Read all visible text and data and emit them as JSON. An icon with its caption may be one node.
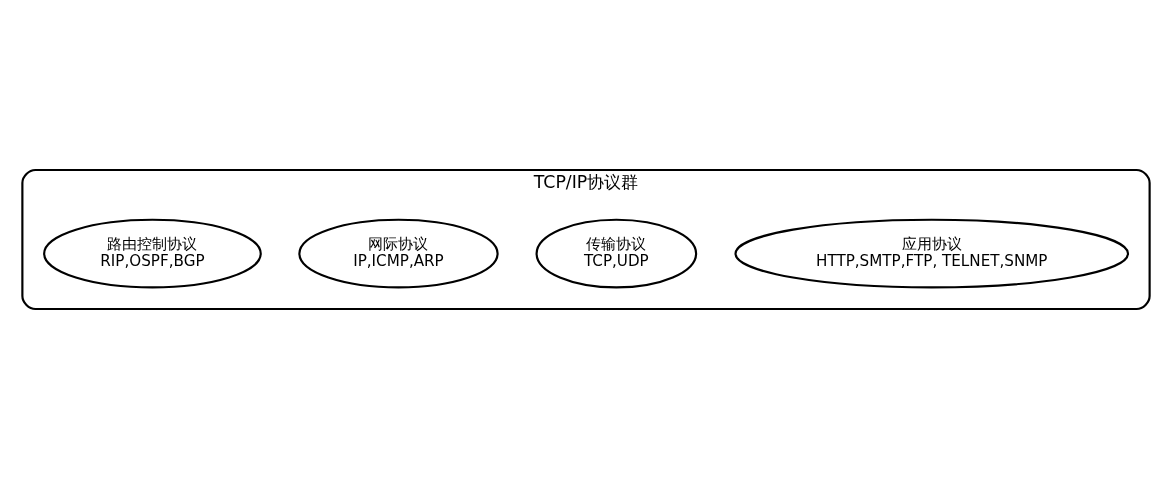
{
  "diagram": {
    "nodes": [
      {
        "text": [
          "TCP/IP协议群"
        ]
      },
      {
        "text": [
          "应用协议",
          "HTTP,SMTP,FTP, TELNET,SNMP"
        ],
        "in": 0
      },
      {
        "text": [
          "传输协议",
          "TCP,UDP"
        ],
        "in": 0
      },
      {
        "text": [
          "网际协议",
          "IP,ICMP,ARP"
        ],
        "in": 0
      },
      {
        "text": [
          "路由控制协议",
          "RIP,OSPF,BGP"
        ],
        "in": 0
      }
    ]
  }
}
